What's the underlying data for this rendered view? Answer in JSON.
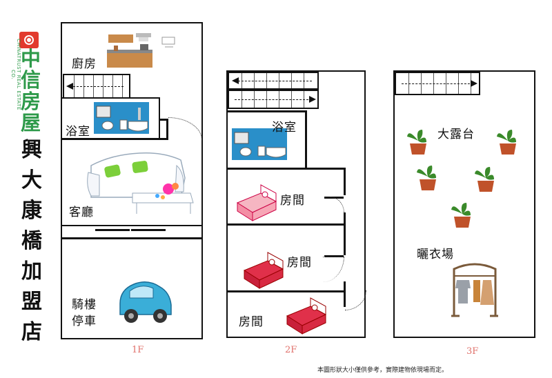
{
  "brand": {
    "name_cn": "中信房屋",
    "name_en": "CHINATRUST REAL ESTATE CO.",
    "color": "#2e9a4a",
    "logo_red": "#e23a2e"
  },
  "title_chars": [
    "興",
    "大",
    "康",
    "橋",
    "加",
    "盟",
    "店"
  ],
  "floors": {
    "f1": {
      "label": "1F",
      "rooms": {
        "kitchen": "廚房",
        "bathroom": "浴室",
        "living": "客廳",
        "arcade_line1": "騎樓",
        "arcade_line2": "停車"
      }
    },
    "f2": {
      "label": "2F",
      "rooms": {
        "bathroom": "浴室",
        "room1": "房間",
        "room2": "房間",
        "room3": "房間"
      }
    },
    "f3": {
      "label": "3F",
      "rooms": {
        "terrace": "大露台",
        "laundry": "曬衣場"
      }
    }
  },
  "disclaimer": "本圖形狀大小僅供參考，實際建物依現場而定。",
  "icons": [
    "kitchen-icon",
    "bathtub-icon",
    "sofa-icon",
    "car-icon",
    "bed-icon",
    "potted-plant-icon",
    "clothes-rack-icon"
  ],
  "colors": {
    "floor_label": "#e0706a",
    "bath_tile": "#2a8fc9",
    "car": "#3aaed8",
    "bed": "#e0304a",
    "plant_pot": "#c0522a"
  }
}
